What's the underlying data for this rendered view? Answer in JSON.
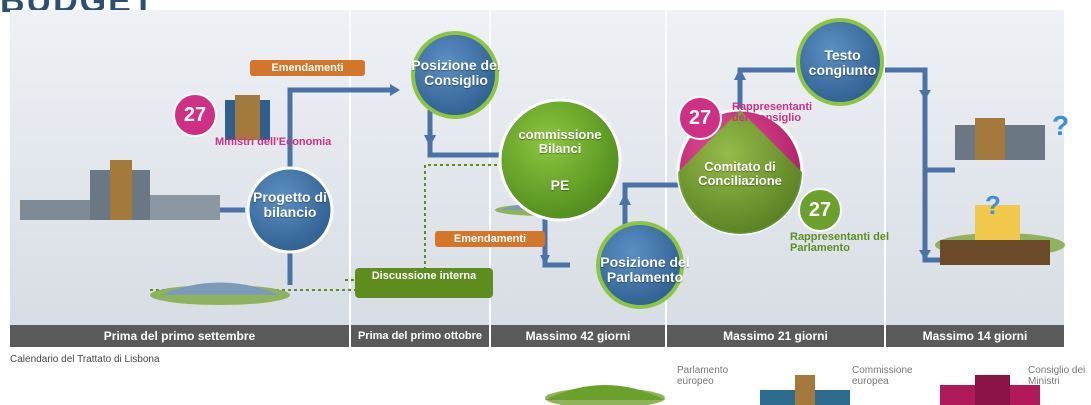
{
  "title_fragment": "BUDGET",
  "phases": [
    {
      "label": "Prima del primo settembre"
    },
    {
      "label": "Prima del primo ottobre"
    },
    {
      "label": "Massimo 42 giorni"
    },
    {
      "label": "Massimo 21 giorni"
    },
    {
      "label": "Massimo 14 giorni"
    }
  ],
  "nodes": {
    "progetto": "Progetto di bilancio",
    "posizione_consiglio": "Posizione del Consiglio",
    "commissione_bilanci": "commissione Bilanci",
    "pe": "PE",
    "posizione_parlamento": "Posizione del Parlamento",
    "comitato": "Comitato di Conciliazione",
    "testo": "Testo congiunto",
    "discussione": "Discussione interna"
  },
  "tags": {
    "emendamenti_1": "Emendamenti",
    "emendamenti_2": "Emendamenti"
  },
  "badges": {
    "ministri_count": "27",
    "ministri_label": "Ministri dell'Economia",
    "rappresentanti_consiglio_count": "27",
    "rappresentanti_consiglio_label": "Rappresentanti del Consiglio",
    "rappresentanti_parlamento_count": "27",
    "rappresentanti_parlamento_label": "Rappresentanti del Parlamento"
  },
  "question_marks": [
    "?",
    "?"
  ],
  "caption": "Calendario del Trattato di Lisbona",
  "legend": [
    {
      "label": "Parlamento europeo",
      "color": "#6aa12b"
    },
    {
      "label": "Commissione europea",
      "color": "#2f6b8f"
    },
    {
      "label": "Consiglio dei Ministri",
      "color": "#b01a5a"
    }
  ],
  "colors": {
    "blue_circle": "#3f74a6",
    "green_circle": "#6aa12b",
    "pink": "#d02f86",
    "orange_tag": "#d4762a",
    "phase_bar": "#5a5a5a",
    "panel": "#e3e8ee",
    "arrow": "#4a72a6"
  }
}
